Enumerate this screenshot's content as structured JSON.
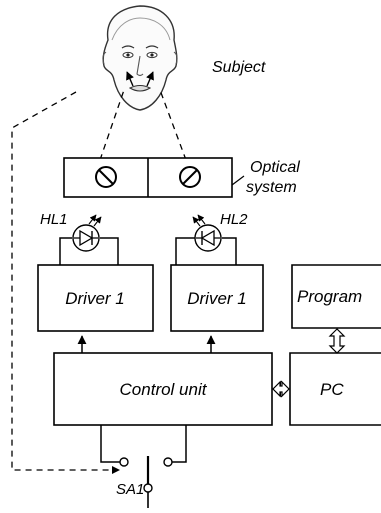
{
  "labels": {
    "subject": "Subject",
    "optical_system_line1": "Optical",
    "optical_system_line2": "system",
    "hl1": "HL1",
    "hl2": "HL2",
    "driver_left": "Driver 1",
    "driver_right": "Driver 1",
    "program": "Program",
    "control_unit": "Control unit",
    "pc": "PC",
    "switch": "SA1"
  }
}
